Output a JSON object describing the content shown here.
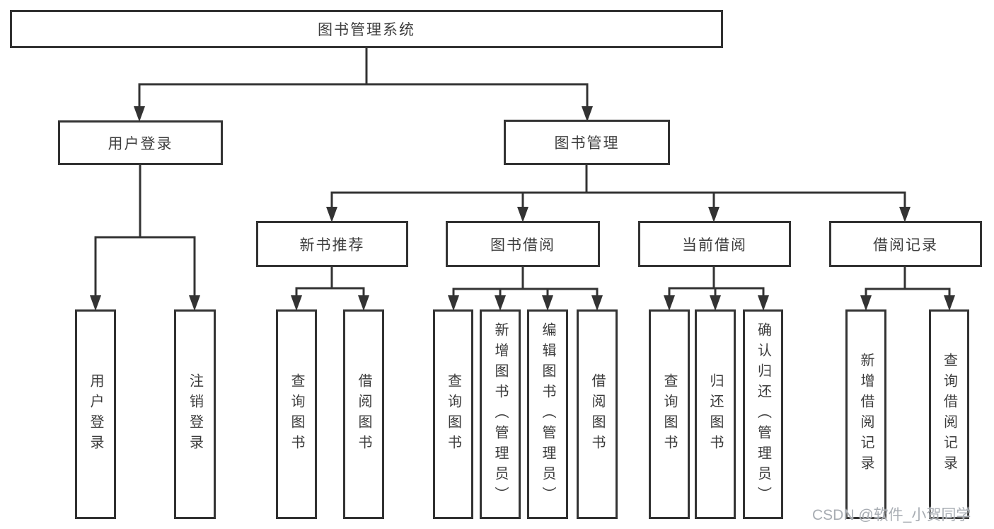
{
  "diagram": {
    "root": "图书管理系统",
    "level2": {
      "user_login": {
        "label": "用户登录",
        "children": [
          "用户登录",
          "注销登录"
        ]
      },
      "book_mgmt": {
        "label": "图书管理",
        "sections": {
          "new_book": {
            "label": "新书推荐",
            "children": [
              "查询图书",
              "借阅图书"
            ]
          },
          "borrowing": {
            "label": "图书借阅",
            "children": [
              "查询图书",
              "新增图书（管理员）",
              "编辑图书（管理员）",
              "借阅图书"
            ]
          },
          "current": {
            "label": "当前借阅",
            "children": [
              "查询图书",
              "归还图书",
              "确认归还（管理员）"
            ]
          },
          "records": {
            "label": "借阅记录",
            "children": [
              "新增借阅记录",
              "查询借阅记录"
            ]
          }
        }
      }
    }
  },
  "watermark": "CSDN @软件_小贺同学",
  "colors": {
    "line": "#333333",
    "box_border": "#333333",
    "box_background": "#ffffff",
    "text": "#3d3d3d",
    "watermark": "#a8adb3",
    "page_background": "#ffffff"
  }
}
